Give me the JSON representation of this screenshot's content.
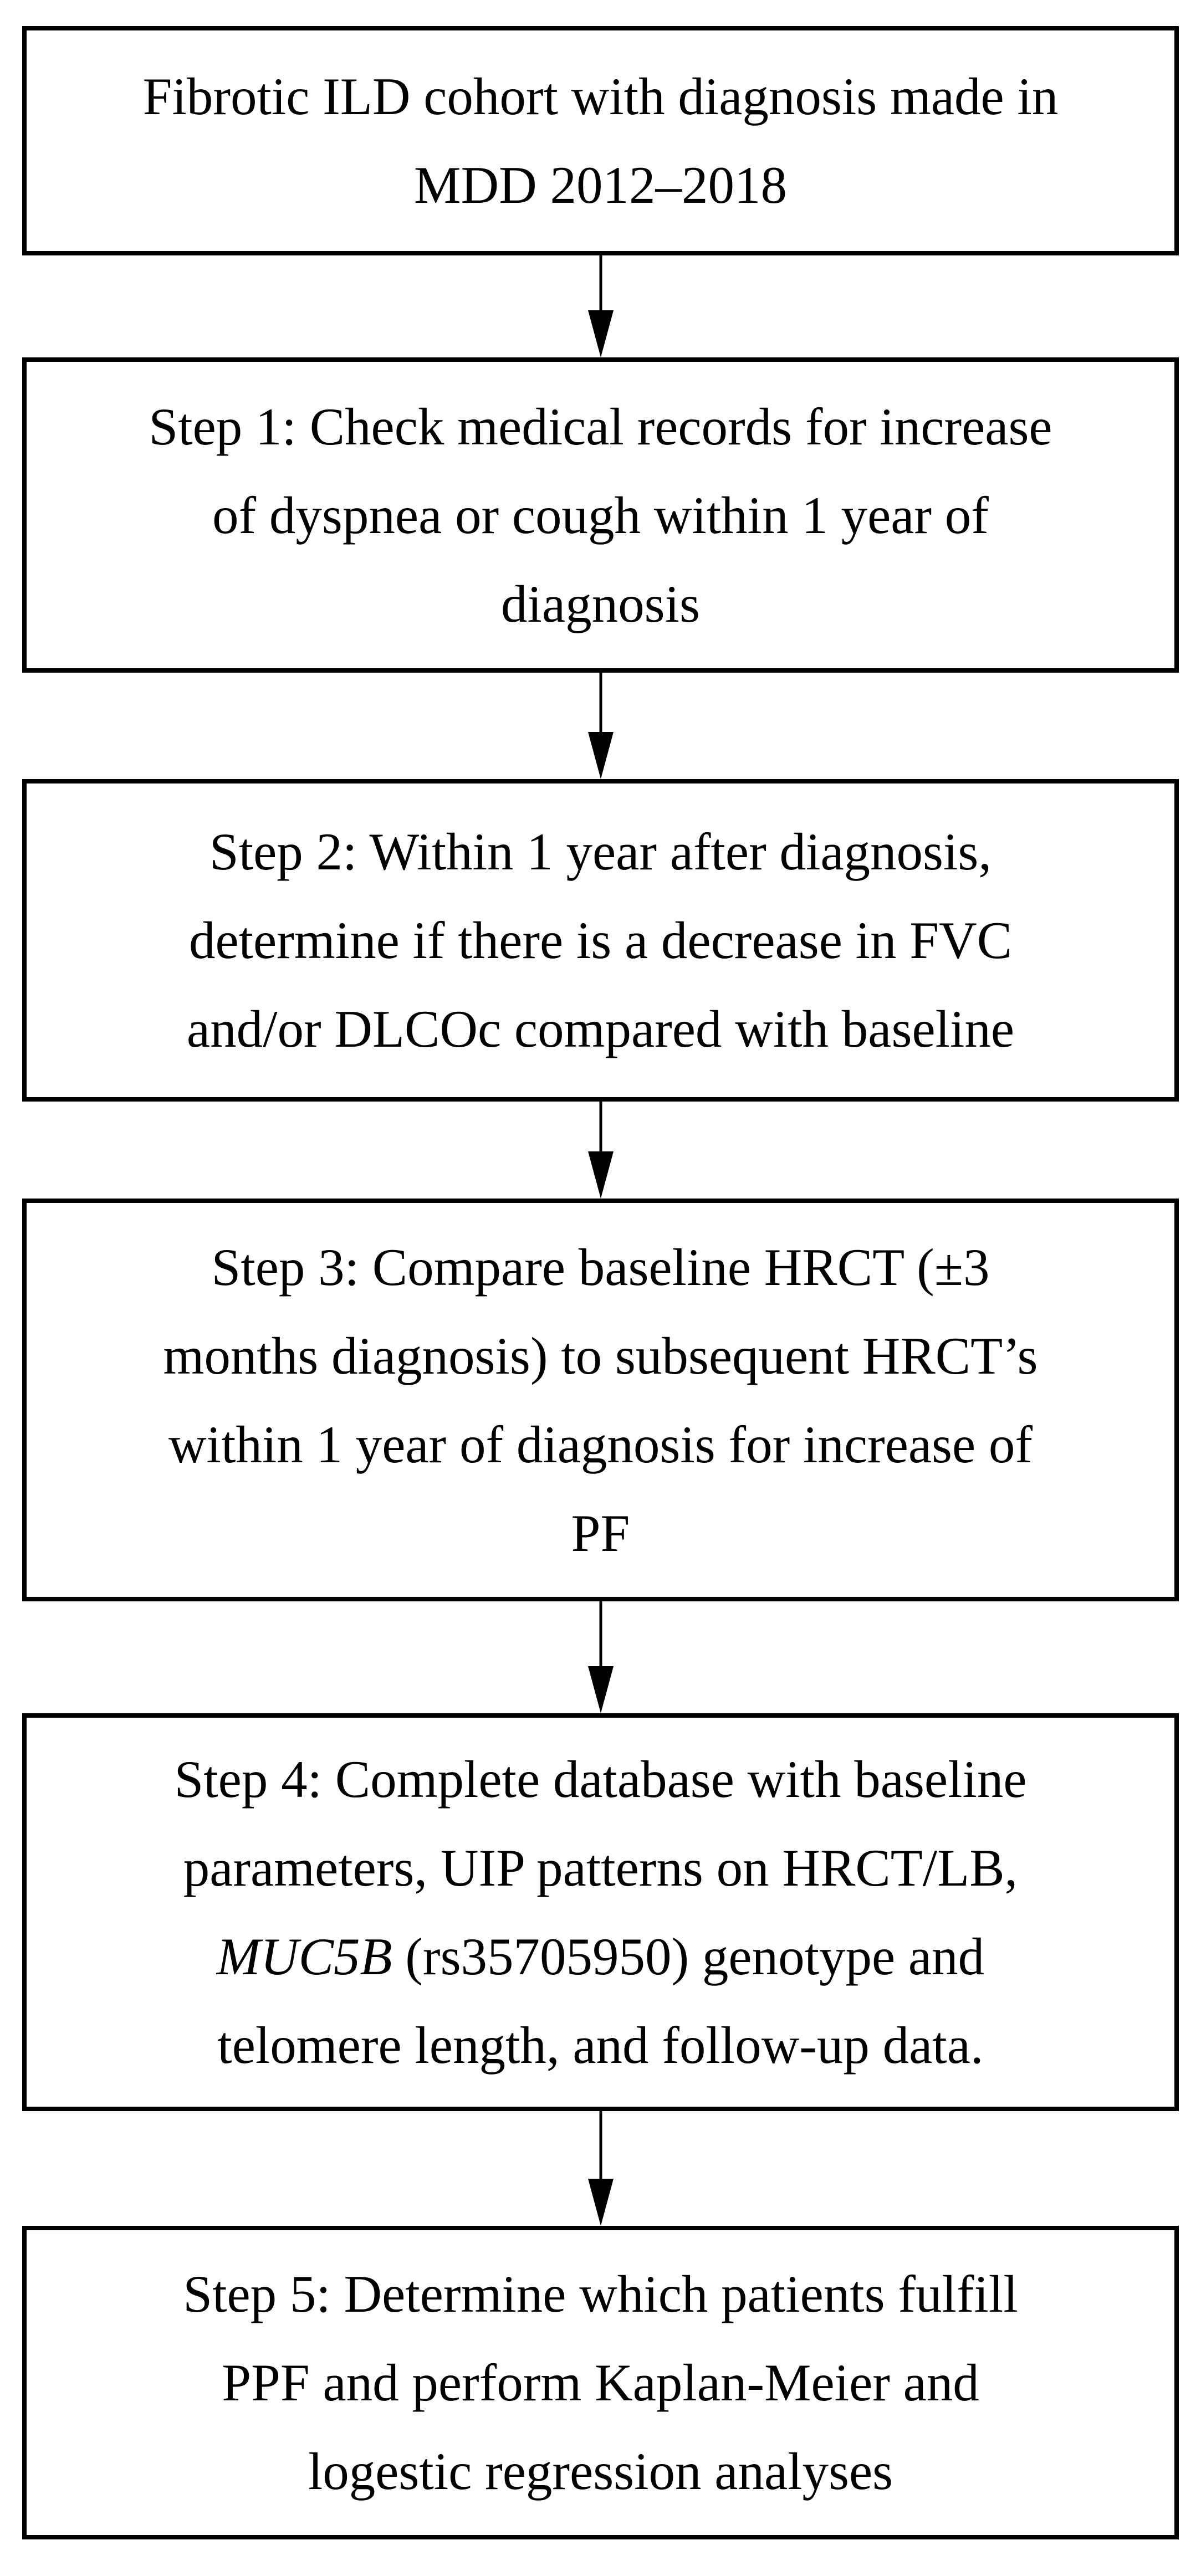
{
  "figure": {
    "type": "flowchart",
    "background_color": "#ffffff",
    "box_border_color": "#000000",
    "text_color": "#000000",
    "boxes": [
      {
        "id": "cohort",
        "lines": [
          [
            {
              "t": "Fibrotic ILD cohort with diagnosis made in"
            }
          ],
          [
            {
              "t": "MDD 2012–2018"
            }
          ]
        ]
      },
      {
        "id": "step-1",
        "lines": [
          [
            {
              "t": "Step 1: Check medical records for increase"
            }
          ],
          [
            {
              "t": "of dyspnea or cough within 1 year of"
            }
          ],
          [
            {
              "t": "diagnosis"
            }
          ]
        ]
      },
      {
        "id": "step-2",
        "lines": [
          [
            {
              "t": "Step 2: Within 1 year after diagnosis,"
            }
          ],
          [
            {
              "t": "determine if there is a decrease in FVC"
            }
          ],
          [
            {
              "t": "and/or DLCOc compared with baseline"
            }
          ]
        ]
      },
      {
        "id": "step-3",
        "lines": [
          [
            {
              "t": "Step 3: Compare baseline HRCT (±3"
            }
          ],
          [
            {
              "t": "months diagnosis) to subsequent HRCT’s"
            }
          ],
          [
            {
              "t": "within 1 year of diagnosis for increase of"
            }
          ],
          [
            {
              "t": "PF"
            }
          ]
        ]
      },
      {
        "id": "step-4",
        "lines": [
          [
            {
              "t": "Step 4: Complete database with baseline"
            }
          ],
          [
            {
              "t": "parameters, UIP patterns on HRCT/LB,"
            }
          ],
          [
            {
              "t": "MUC5B",
              "i": true
            },
            {
              "t": " (rs35705950) genotype and"
            }
          ],
          [
            {
              "t": "telomere length, and follow-up data."
            }
          ]
        ]
      },
      {
        "id": "step-5",
        "lines": [
          [
            {
              "t": "Step 5: Determine which patients fulfill"
            }
          ],
          [
            {
              "t": "PPF and perform Kaplan-Meier and"
            }
          ],
          [
            {
              "t": "logestic regression analyses"
            }
          ]
        ]
      }
    ],
    "arrows": [
      {
        "from": "cohort",
        "to": "step-1",
        "direction": "down"
      },
      {
        "from": "step-1",
        "to": "step-2",
        "direction": "down"
      },
      {
        "from": "step-2",
        "to": "step-3",
        "direction": "down"
      },
      {
        "from": "step-3",
        "to": "step-4",
        "direction": "down"
      },
      {
        "from": "step-4",
        "to": "step-5",
        "direction": "down"
      }
    ]
  }
}
